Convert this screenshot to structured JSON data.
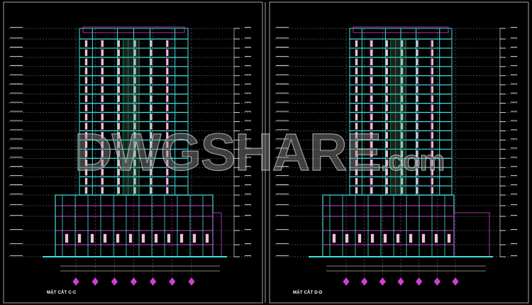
{
  "sheets": [
    {
      "title": "MẶT CẮT C-C"
    },
    {
      "title": "MẶT CẮT D-D"
    }
  ],
  "watermark": {
    "main": "DWGSHARE",
    "suffix": ".com"
  },
  "colors": {
    "background": "#000000",
    "structure": "#40e0e0",
    "walls": "#d040d0",
    "windows": "#f0c0d0",
    "stair": "#40c080",
    "grid": "#ffffff"
  }
}
